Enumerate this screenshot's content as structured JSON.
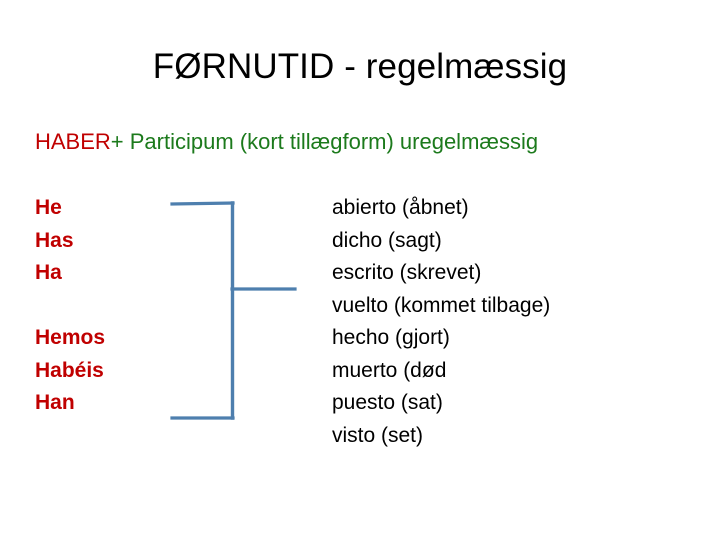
{
  "slide": {
    "title": "FØRNUTID - regelmæssig",
    "background_color": "#FFFFFF",
    "subtitle": {
      "part_red": "HABER",
      "part_green": "+ Participum (kort tillægform) uregelmæssig",
      "red_color": "#C00000",
      "green_color": "#1C7A1C"
    },
    "aux_column": {
      "color": "#C00000",
      "lines": [
        "He",
        "Has",
        "Ha",
        "",
        "Hemos",
        "Habéis",
        "Han"
      ]
    },
    "participle_column": {
      "color": "#000000",
      "lines": [
        "abierto (åbnet)",
        "dicho (sagt)",
        "escrito (skrevet)",
        "vuelto (kommet tilbage)",
        "hecho (gjort)",
        "muerto (død",
        "puesto (sat)",
        "visto (set)"
      ]
    },
    "brace": {
      "color": "#4E7FAE",
      "shape": "right-pointing-brace"
    }
  }
}
